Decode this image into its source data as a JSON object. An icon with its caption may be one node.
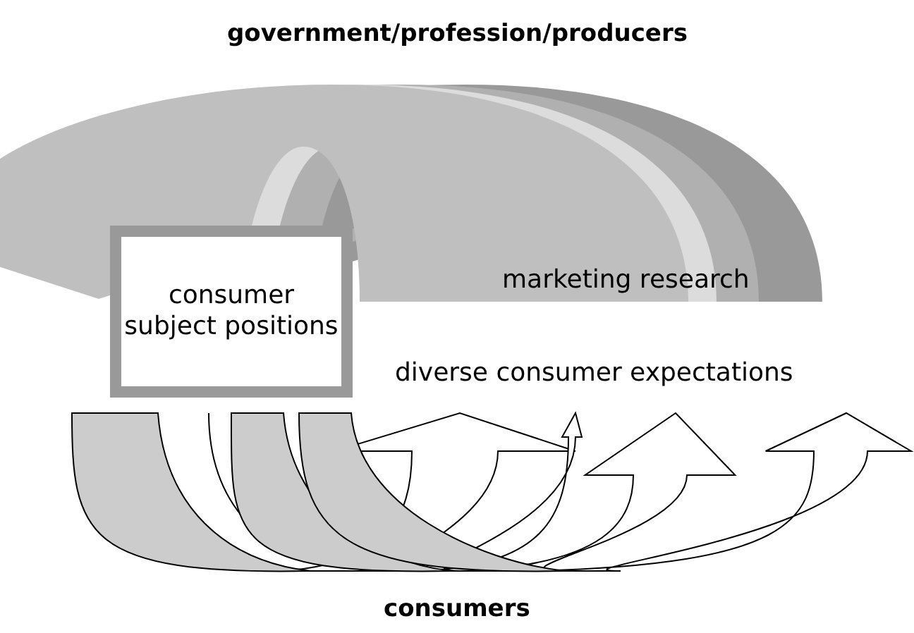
{
  "diagram": {
    "nodes": [
      {
        "text": [
          "consumer subject positions"
        ]
      }
    ],
    "labels": [
      "government/profession/producers",
      "marketing research",
      "diverse consumer expectations",
      "consumers"
    ]
  }
}
